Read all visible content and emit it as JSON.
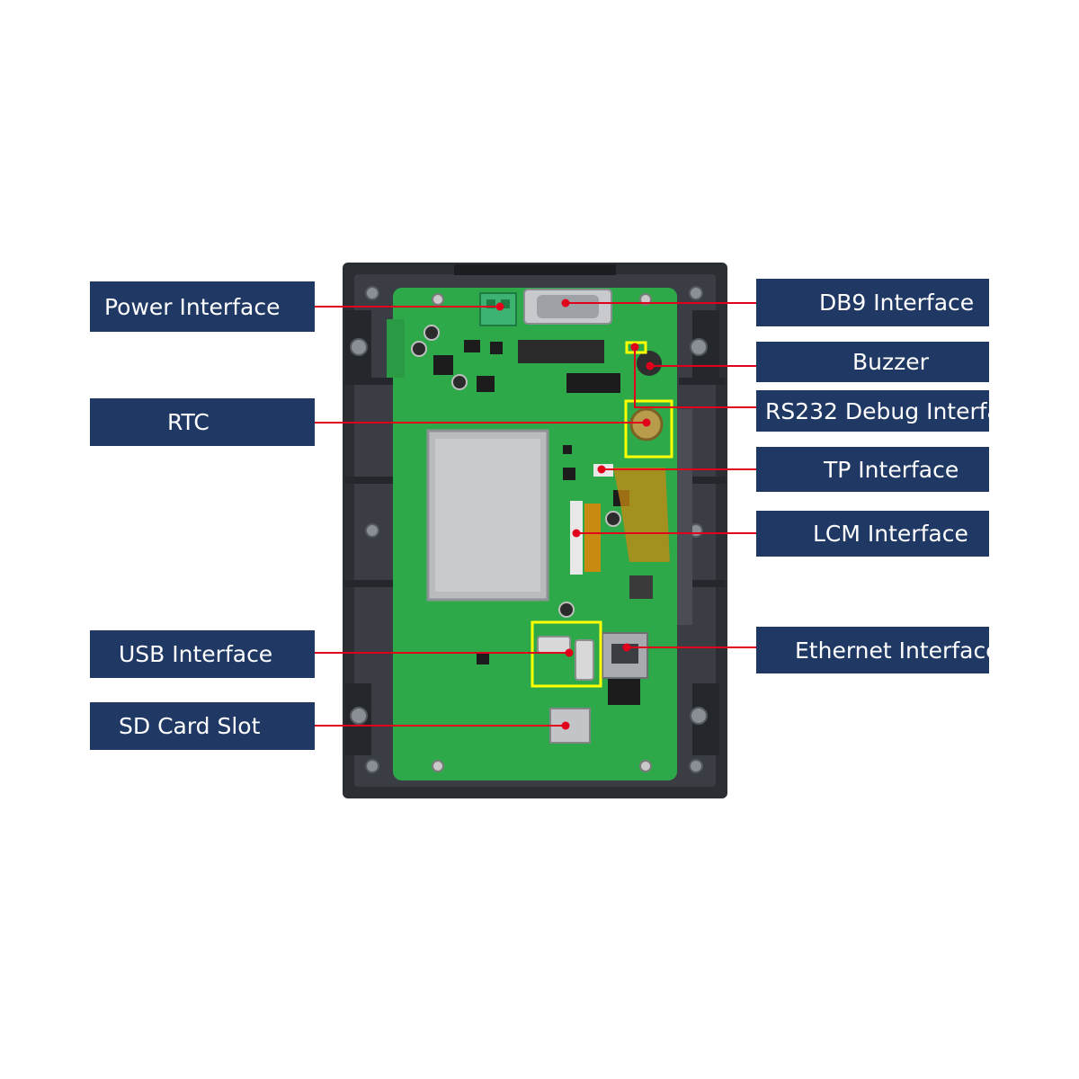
{
  "labels": {
    "power": "Power Interface",
    "rtc": "RTC",
    "usb": "USB Interface",
    "sd": "SD Card Slot",
    "db9": "DB9 Interface",
    "buzzer": "Buzzer",
    "rs232": "RS232 Debug Interfa",
    "tp": "TP Interface",
    "lcm": "LCM Interface",
    "ethernet": "Ethernet Interface"
  },
  "colors": {
    "label_bg": "#1f3864",
    "label_text": "#ffffff",
    "leader_line": "#e0001b",
    "highlight_box": "#ffff00",
    "pcb": "#2ea94a",
    "enclosure": "#2b2e33"
  }
}
